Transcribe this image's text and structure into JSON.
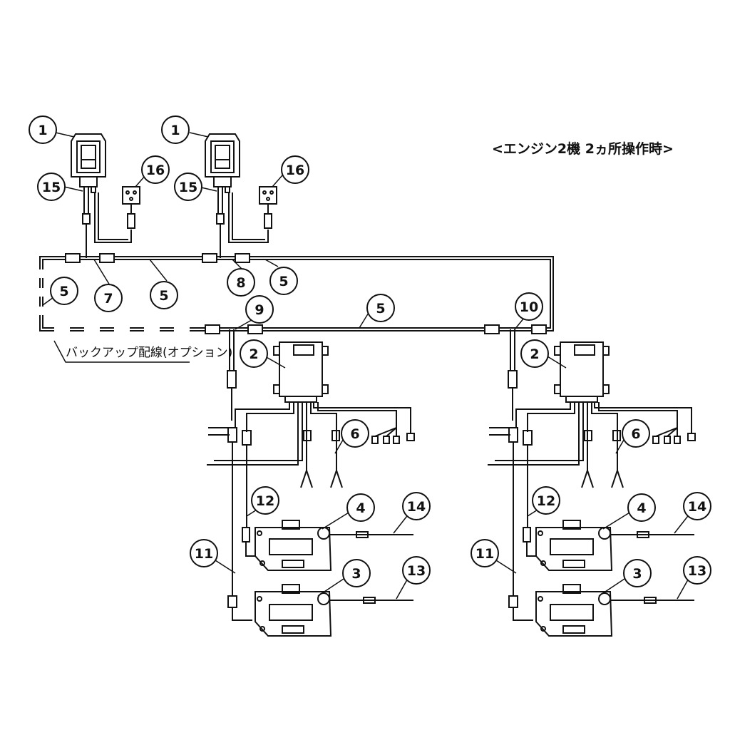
{
  "title": "<エンジン2機 2ヵ所操作時>",
  "backup_wiring_label": "バックアップ配線(オプション)",
  "callouts": {
    "c1a": "1",
    "c1b": "1",
    "c15a": "15",
    "c15b": "15",
    "c16a": "16",
    "c16b": "16",
    "c5a": "5",
    "c5b": "5",
    "c5c": "5",
    "c5d": "5",
    "c7": "7",
    "c8": "8",
    "c9": "9",
    "c10": "10",
    "c2a": "2",
    "c2b": "2",
    "c6a": "6",
    "c6b": "6",
    "c12a": "12",
    "c12b": "12",
    "c4a": "4",
    "c4b": "4",
    "c14a": "14",
    "c14b": "14",
    "c11a": "11",
    "c11b": "11",
    "c3a": "3",
    "c3b": "3",
    "c13a": "13",
    "c13b": "13"
  }
}
